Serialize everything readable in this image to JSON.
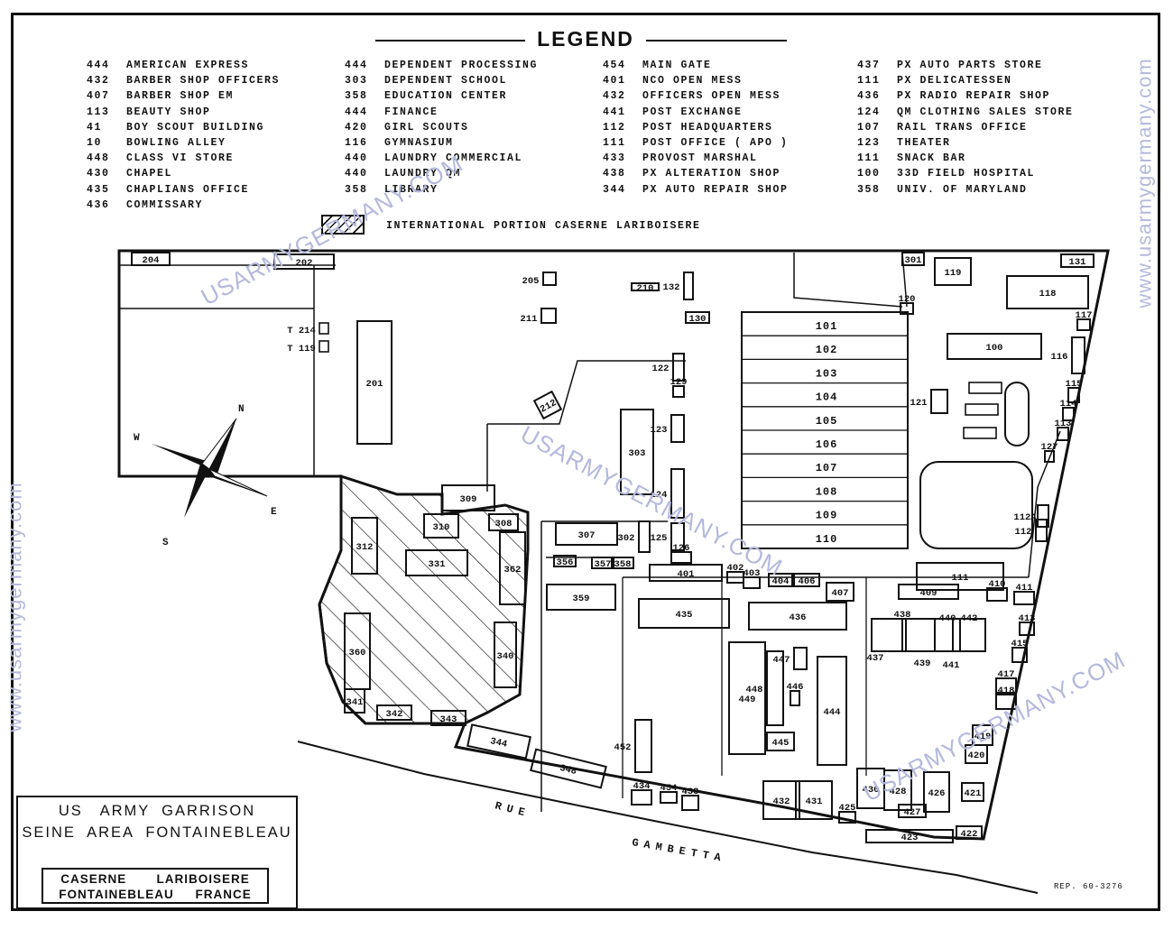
{
  "legend": {
    "title": "LEGEND",
    "columns": [
      [
        {
          "num": "444",
          "label": "AMERICAN  EXPRESS"
        },
        {
          "num": "432",
          "label": "BARBER  SHOP  OFFICERS"
        },
        {
          "num": "407",
          "label": "BARBER  SHOP  EM"
        },
        {
          "num": "113",
          "label": "BEAUTY  SHOP"
        },
        {
          "num": "41",
          "label": "BOY  SCOUT  BUILDING"
        },
        {
          "num": "10",
          "label": "BOWLING  ALLEY"
        },
        {
          "num": "448",
          "label": "CLASS  VI  STORE"
        },
        {
          "num": "430",
          "label": "CHAPEL"
        },
        {
          "num": "435",
          "label": "CHAPLIANS  OFFICE"
        },
        {
          "num": "436",
          "label": "COMMISSARY"
        }
      ],
      [
        {
          "num": "444",
          "label": "DEPENDENT  PROCESSING"
        },
        {
          "num": "303",
          "label": "DEPENDENT  SCHOOL"
        },
        {
          "num": "358",
          "label": "EDUCATION  CENTER"
        },
        {
          "num": "444",
          "label": "FINANCE"
        },
        {
          "num": "420",
          "label": "GIRL  SCOUTS"
        },
        {
          "num": "116",
          "label": "GYMNASIUM"
        },
        {
          "num": "440",
          "label": "LAUNDRY  COMMERCIAL"
        },
        {
          "num": "440",
          "label": "LAUNDRY  QM"
        },
        {
          "num": "358",
          "label": "LIBRARY"
        }
      ],
      [
        {
          "num": "454",
          "label": "MAIN  GATE"
        },
        {
          "num": "401",
          "label": "NCO  OPEN  MESS"
        },
        {
          "num": "432",
          "label": "OFFICERS  OPEN  MESS"
        },
        {
          "num": "441",
          "label": "POST  EXCHANGE"
        },
        {
          "num": "112",
          "label": "POST  HEADQUARTERS"
        },
        {
          "num": "111",
          "label": "POST  OFFICE  ( APO )"
        },
        {
          "num": "433",
          "label": "PROVOST  MARSHAL"
        },
        {
          "num": "438",
          "label": "PX  ALTERATION  SHOP"
        },
        {
          "num": "344",
          "label": "PX  AUTO  REPAIR  SHOP"
        }
      ],
      [
        {
          "num": "437",
          "label": "PX  AUTO  PARTS  STORE"
        },
        {
          "num": "111",
          "label": "PX  DELICATESSEN"
        },
        {
          "num": "436",
          "label": "PX  RADIO  REPAIR  SHOP"
        },
        {
          "num": "124",
          "label": "QM  CLOTHING  SALES  STORE"
        },
        {
          "num": "107",
          "label": "RAIL  TRANS  OFFICE"
        },
        {
          "num": "123",
          "label": "THEATER"
        },
        {
          "num": "111",
          "label": "SNACK  BAR"
        },
        {
          "num": "100",
          "label": "33D  FIELD  HOSPITAL"
        },
        {
          "num": "358",
          "label": "UNIV.  OF  MARYLAND"
        }
      ]
    ],
    "international_label": "INTERNATIONAL  PORTION  CASERNE  LARIBOISERE"
  },
  "compass": {
    "n": "N",
    "e": "E",
    "s": "S",
    "w": "W"
  },
  "streets": {
    "rue": "RUE",
    "gambetta": "GAMBETTA"
  },
  "buildings": [
    "204",
    "202",
    "205",
    "211",
    "210",
    "132",
    "130",
    "131",
    "119",
    "118",
    "117",
    "116",
    "115",
    "114",
    "113",
    "112A",
    "112",
    "127",
    "120",
    "201",
    "212",
    "122",
    "129",
    "123",
    "124",
    "125",
    "126",
    "303",
    "307",
    "302",
    "309",
    "310",
    "308",
    "312",
    "331",
    "362",
    "360",
    "340",
    "341",
    "342",
    "343",
    "344",
    "348",
    "356",
    "357",
    "358",
    "359",
    "301",
    "100",
    "101",
    "102",
    "103",
    "104",
    "105",
    "106",
    "107",
    "108",
    "109",
    "110",
    "111",
    "121",
    "401",
    "402",
    "403",
    "404",
    "406",
    "407",
    "409",
    "410",
    "411",
    "413",
    "415",
    "417",
    "418",
    "419",
    "420",
    "421",
    "422",
    "423",
    "425",
    "426",
    "427",
    "428",
    "430",
    "431",
    "432",
    "433",
    "434",
    "435",
    "436",
    "437",
    "438",
    "439",
    "440",
    "441",
    "442",
    "444",
    "445",
    "446",
    "447",
    "448",
    "449",
    "452",
    "454",
    "T 214",
    "T 119"
  ],
  "watermarks": [
    "USARMYGERMANY.COM",
    "USARMYGERMANY.COM",
    "USARMYGERMANY.COM",
    "www.usarmygermany.com",
    "www.usarmygermany.com"
  ],
  "title_box": {
    "line1": "US   ARMY  GARRISON",
    "line2": "SEINE  AREA  FONTAINEBLEAU",
    "caserne_line1": "CASERNE       LARIBOISERE",
    "caserne_line2": "FONTAINEBLEAU     FRANCE"
  },
  "reference": "REP. 60-3276"
}
